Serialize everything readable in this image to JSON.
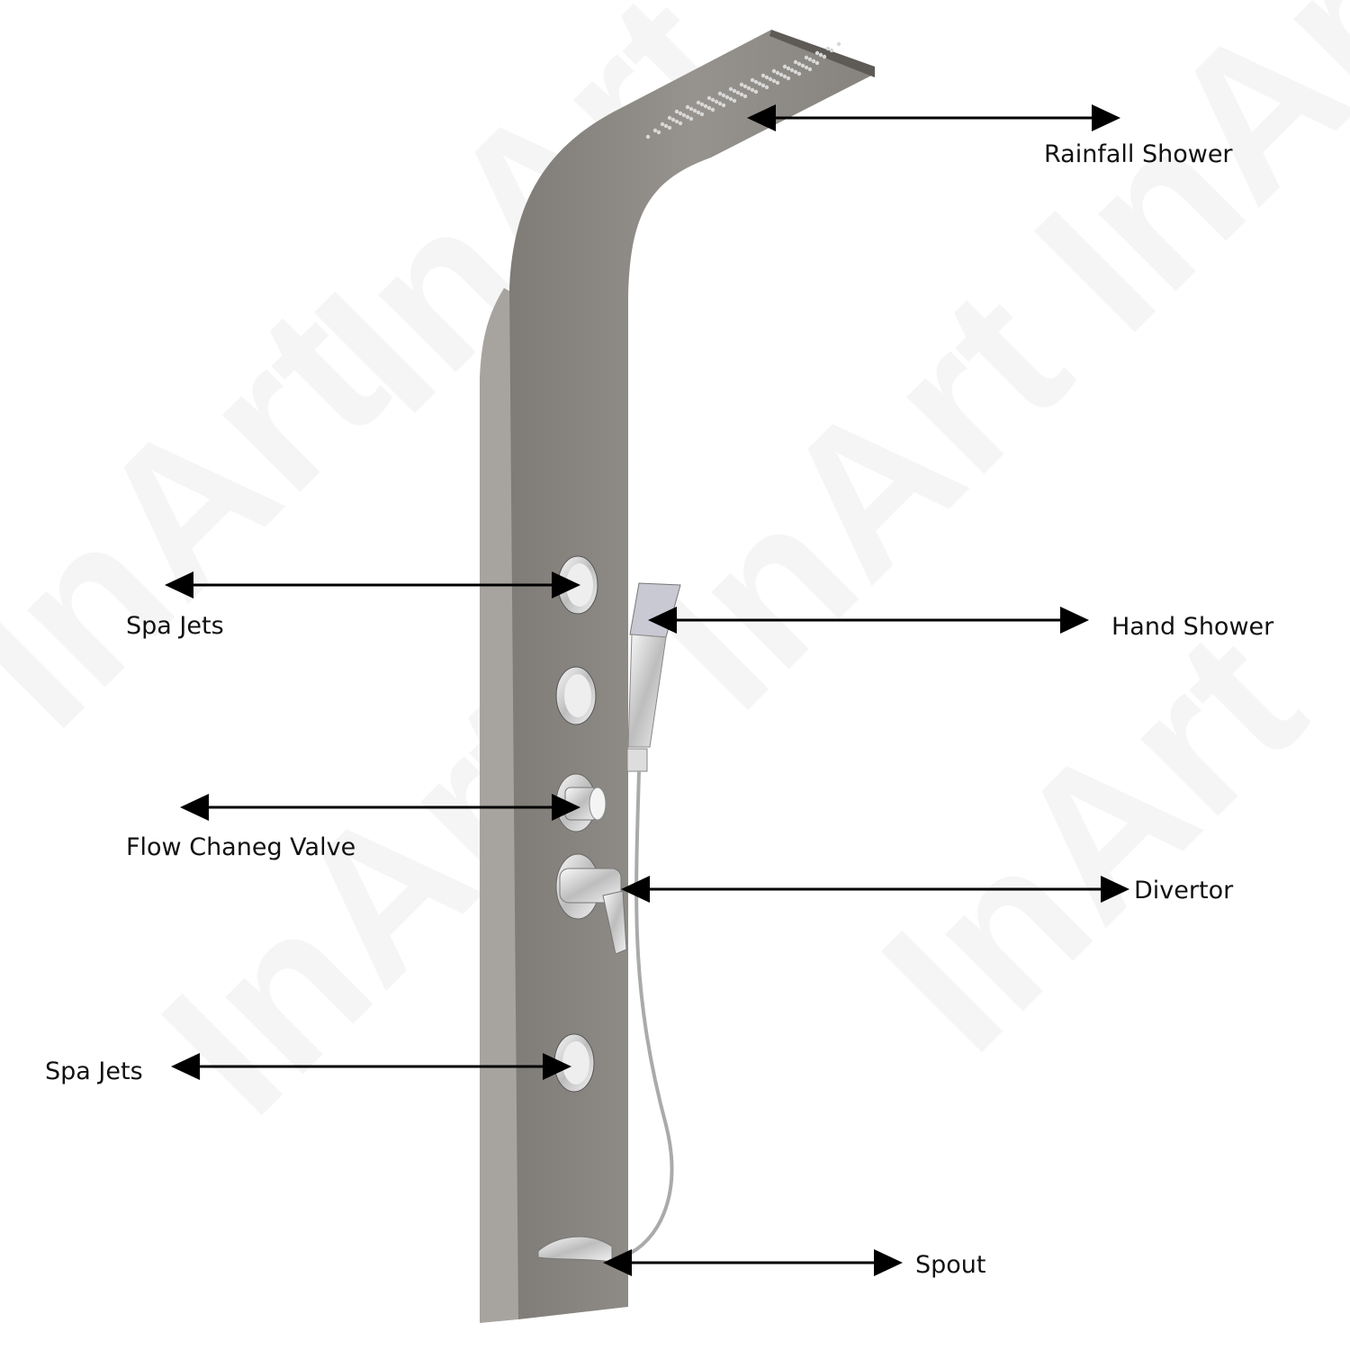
{
  "watermark": "InArt",
  "colors": {
    "panel_front": "#8d8a85",
    "panel_side": "#a9a6a1",
    "chrome": "#e6e6e6",
    "arrow": "#000000"
  },
  "labels": {
    "rainfall_shower": "Rainfall Shower",
    "spa_jets_top": "Spa Jets",
    "hand_shower": "Hand Shower",
    "flow_change_valve": "Flow Chaneg Valve",
    "divertor": "Divertor",
    "spa_jets_bottom": "Spa Jets",
    "spout": "Spout"
  }
}
